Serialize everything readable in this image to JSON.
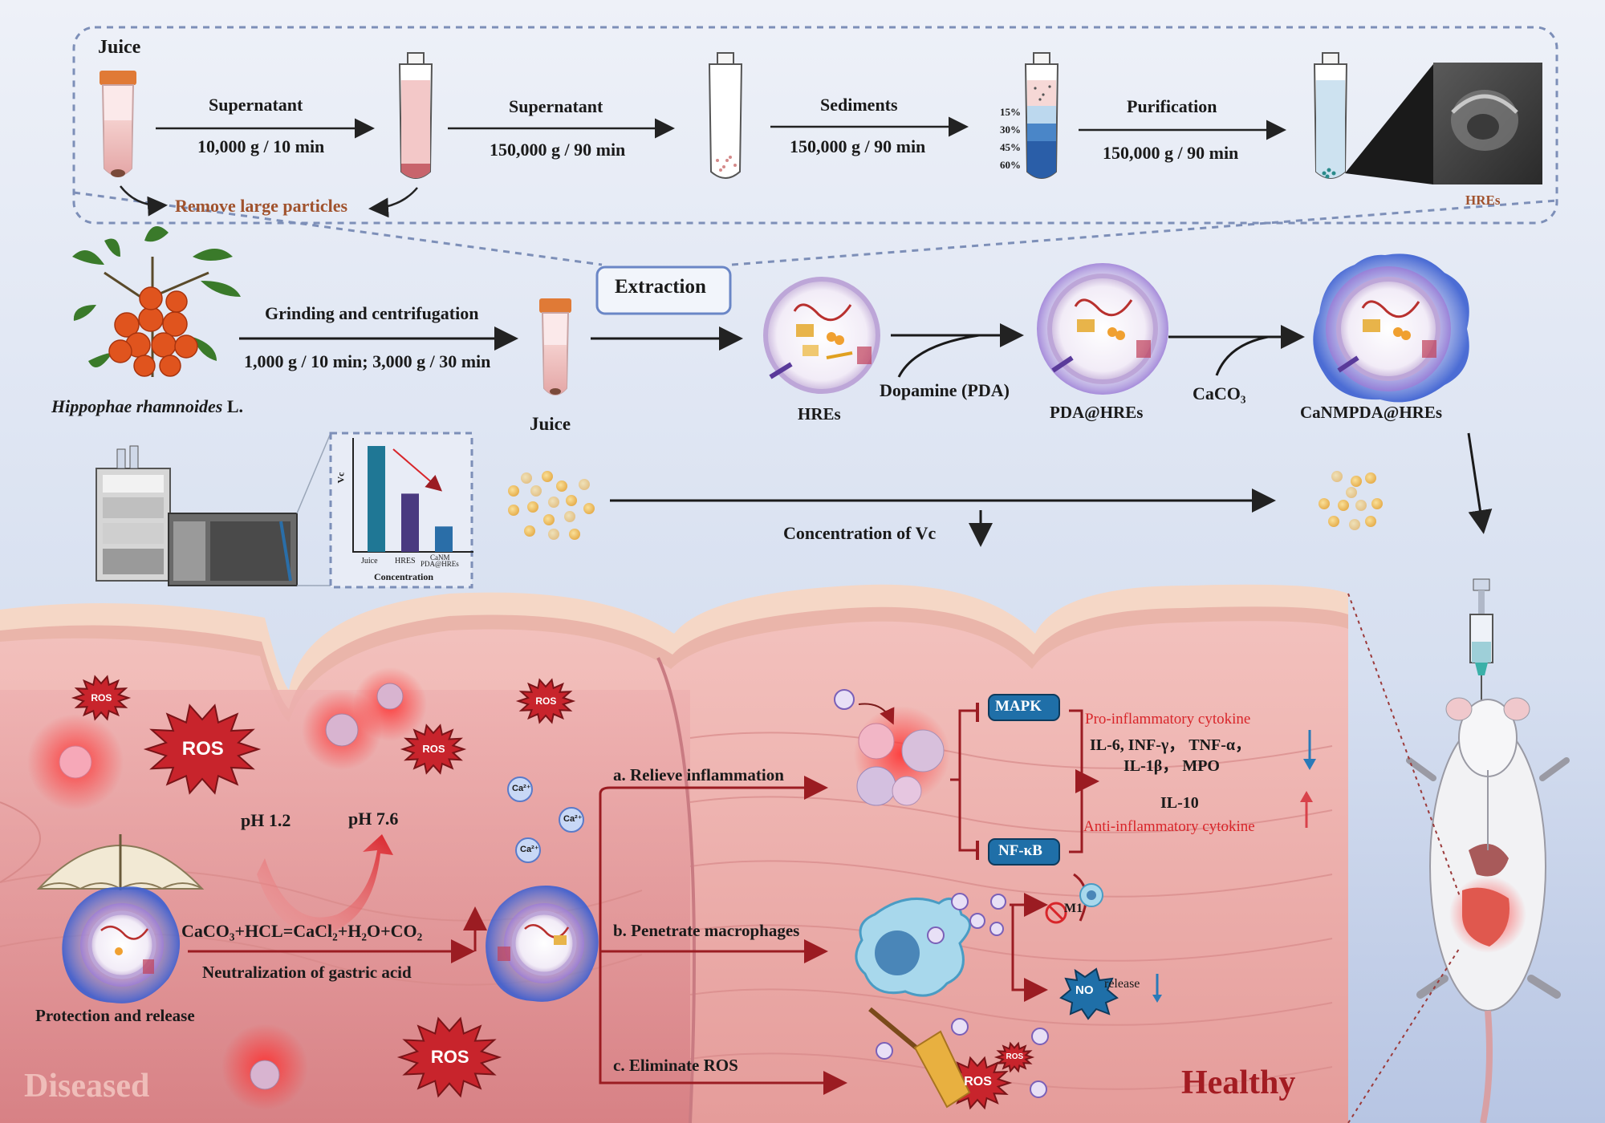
{
  "top_panel": {
    "juice_label": "Juice",
    "remove_label": "Remove large particles",
    "steps": [
      {
        "title": "Supernatant",
        "cond": "10,000 g / 10 min"
      },
      {
        "title": "Supernatant",
        "cond": "150,000 g  / 90 min"
      },
      {
        "title": "Sediments",
        "cond": "150,000 g /  90 min"
      },
      {
        "title": "Purification",
        "cond": "150,000 g / 90 min"
      }
    ],
    "gradient": [
      "15%",
      "30%",
      "45%",
      "60%"
    ],
    "hres_label": "HREs"
  },
  "middle": {
    "extraction": "Extraction",
    "plant_genus": "Hippophae rhamnoides",
    "plant_author": " L.",
    "grind_title": "Grinding and centrifugation",
    "grind_cond": "1,000 g / 10 min; 3,000 g / 30 min",
    "juice_label": "Juice",
    "hres": "HREs",
    "dopamine": "Dopamine (PDA)",
    "pda_hres": "PDA@HREs",
    "caco3": "CaCO₃",
    "canm": "CaNMPDA@HREs",
    "vc_label": "Concentration of Vc"
  },
  "chart_data": {
    "type": "bar",
    "categories": [
      "Juice",
      "HRES",
      "CaNM PDA@HREs"
    ],
    "values": [
      100,
      55,
      24
    ],
    "colors": [
      "#1f7795",
      "#4a3a80",
      "#2a6ea8"
    ],
    "ylabel": "Vc",
    "xlabel": "Concentration"
  },
  "bottom": {
    "ros": "ROS",
    "ph_low": "pH 1.2",
    "ph_high": "pH 7.6",
    "ca": "Ca²⁺",
    "reaction": "CaCO₃+HCL=CaCl₂+H₂O+CO₂",
    "neutral": "Neutralization of gastric acid",
    "protect": "Protection and release",
    "diseased": "Diseased",
    "healthy": "Healthy",
    "path_a": "a. Relieve inflammation",
    "path_b": "b. Penetrate macrophages",
    "path_c": "c. Eliminate ROS",
    "mapk": "MAPK",
    "nfkb": "NF-κB",
    "pro_title": "Pro-inflammatory cytokine",
    "pro_list1": "IL-6, INF-γ， TNF-α，",
    "pro_list2": "IL-1β， MPO",
    "il10": "IL-10",
    "anti_title": "Anti-inflammatory cytokine",
    "m1": "M1",
    "no": "NO",
    "release": "release"
  },
  "colors": {
    "sky_top": "#e7ecf7",
    "sky_bottom": "#b9c6e4",
    "tissue": "#e89a9c",
    "tissue_dark": "#c25a62",
    "ros": "#c8242c",
    "accent_red": "#d8252a",
    "arrow_dark_red": "#9b1c22",
    "badge_blue": "#1f6fa8"
  }
}
